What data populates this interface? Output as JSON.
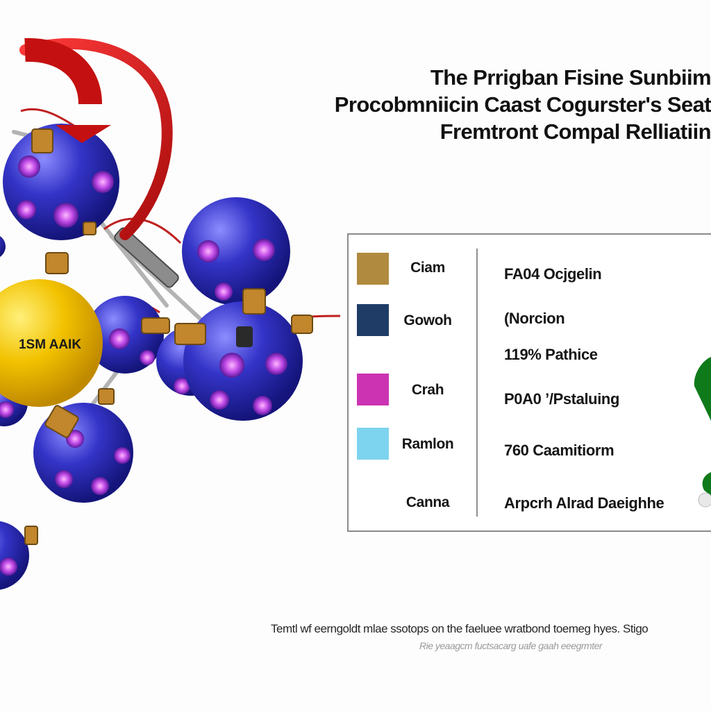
{
  "title": {
    "line1": "The Prrigban Fisine Sunbiim",
    "line2": "Procobmniicin Caast Cogurster's Seat",
    "line3": "Fremtront Compal Relliatiin"
  },
  "illustration": {
    "core_label": "1SM AAIK",
    "arrow_color": "#d41414",
    "core_color": "#f2c200",
    "sphere_color": "#2b2bb8",
    "node_color": "#c04ae6"
  },
  "legend": {
    "items": [
      {
        "label": "Ciam",
        "color": "#b08a3e",
        "description": "FA04 Ocjgelin"
      },
      {
        "label": "Gowoh",
        "color": "#1f3c66",
        "description": "(Norcion"
      },
      {
        "label": "",
        "color": "",
        "description": "119% Pathice"
      },
      {
        "label": "Crah",
        "color": "#cc33b3",
        "description": "P0A0 ’/Pstaluing"
      },
      {
        "label": "Ramlon",
        "color": "#7dd4ee",
        "description": "760 Caamitiorm"
      },
      {
        "label": "Canna",
        "color": "",
        "description": "Arpcrh Alrad Daeighhe"
      }
    ]
  },
  "caption": {
    "main": "Temtl wf eerngoldt mlae ssotops on the faeluee wratbond toemeg hyes. Stigo",
    "sub": "Rie yeaagcm fuctsacarg uafe gaah eeegrmter"
  },
  "icons": {
    "side_icon": "green-check-icon"
  }
}
